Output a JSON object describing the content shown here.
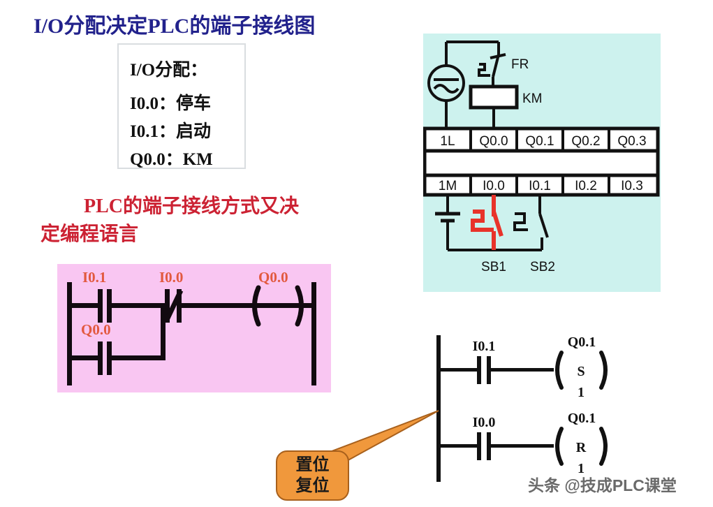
{
  "page": {
    "title": "I/O分配决定PLC的端子接线图",
    "title_color": "#22228c",
    "background": "#ffffff"
  },
  "io_box": {
    "heading": "I/O分配：",
    "rows": [
      "I0.0：停车",
      "I0.1：启动",
      "Q0.0：KM"
    ]
  },
  "red_heading": {
    "line1": "PLC的端子接线方式又决",
    "line2": "定编程语言",
    "color": "#cc2233"
  },
  "ladder_main": {
    "background": "#f9c6f2",
    "label_color": "#e2593f",
    "contacts": [
      {
        "name": "I0.1",
        "type": "NO",
        "position": "rung1-left"
      },
      {
        "name": "Q0.0",
        "type": "NO",
        "position": "branch-left"
      },
      {
        "name": "I0.0",
        "type": "NC",
        "position": "rung1-mid"
      }
    ],
    "coil": {
      "name": "Q0.0",
      "type": "coil"
    }
  },
  "plc_panel": {
    "background": "#cdf2ee",
    "output_terminals": [
      "1L",
      "Q0.0",
      "Q0.1",
      "Q0.2",
      "Q0.3"
    ],
    "input_terminals": [
      "1M",
      "I0.0",
      "I0.1",
      "I0.2",
      "I0.3"
    ],
    "components": {
      "ac_source": "ac-source",
      "thermal_relay": "FR",
      "contactor_coil": "KM",
      "pushbutton_stop": "SB1",
      "pushbutton_start": "SB2",
      "stop_button_color": "#e8332a"
    }
  },
  "ladder_setreset": {
    "rungs": [
      {
        "contact": "I0.1",
        "contact_type": "NO",
        "coil_label": "Q0.1",
        "coil_letter": "S",
        "coil_count": "1"
      },
      {
        "contact": "I0.0",
        "contact_type": "NO",
        "coil_label": "Q0.1",
        "coil_letter": "R",
        "coil_count": "1"
      }
    ]
  },
  "callout": {
    "line1": "置位",
    "line2": "复位",
    "fill": "#f0983c",
    "stroke": "#a8601c"
  },
  "watermark": {
    "text": "头条 @技成PLC课堂"
  }
}
